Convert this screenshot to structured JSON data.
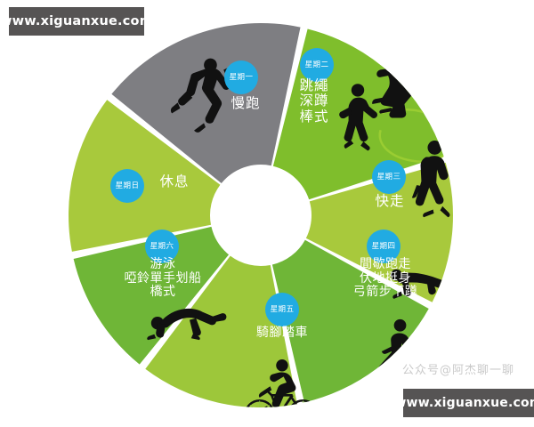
{
  "watermarks": {
    "top_url": "www.xiguanxue.com",
    "bottom_url": "www.xiguanxue.com",
    "faint_credit": "公众号@阿杰聊一聊"
  },
  "colors": {
    "badge_blue": "#21ABE2",
    "green_bright": "#7FBE2C",
    "green_yellow": "#A8C93C",
    "green_mid": "#6FB637",
    "green_light": "#9DC73A",
    "gray_rest": "#7E7E82",
    "label_text": "#FFFFFF",
    "watermark_plate": "#565454",
    "background": "#FFFFFF"
  },
  "chart_data": {
    "type": "pie",
    "title": "",
    "subtitle": "",
    "xlabel": "",
    "ylabel": "",
    "legend_position": "none",
    "grid": false,
    "inner_radius_ratio": 0.265,
    "categories": [
      "星期一",
      "星期二",
      "星期三",
      "星期四",
      "星期五",
      "星期六",
      "星期日"
    ],
    "values": [
      60,
      45,
      50,
      50,
      40,
      50,
      65
    ],
    "segments": [
      {
        "day_badge": "星期一",
        "day_index": 1,
        "activities": [
          "慢跑"
        ],
        "color": "#7FBE2C",
        "start_angle": -77,
        "end_angle": -17,
        "icon": "runner-jogging-icon"
      },
      {
        "day_badge": "星期二",
        "day_index": 2,
        "activities": [
          "跳繩",
          "深蹲",
          "棒式"
        ],
        "color": "#A8C93C",
        "start_angle": -17,
        "end_angle": 28,
        "icon": "jump-rope-squat-icon"
      },
      {
        "day_badge": "星期三",
        "day_index": 3,
        "activities": [
          "快走"
        ],
        "color": "#6FB637",
        "start_angle": 28,
        "end_angle": 78,
        "icon": "brisk-walk-icon"
      },
      {
        "day_badge": "星期四",
        "day_index": 4,
        "activities": [
          "間歇跑走",
          "伏地挺身",
          "弓箭步下蹲"
        ],
        "color": "#9DC73A",
        "start_angle": 78,
        "end_angle": 128,
        "icon": "pushup-lunge-icon"
      },
      {
        "day_badge": "星期五",
        "day_index": 5,
        "activities": [
          "騎腳踏車"
        ],
        "color": "#6FB637",
        "start_angle": 128,
        "end_angle": 168,
        "icon": "cyclist-icon"
      },
      {
        "day_badge": "星期六",
        "day_index": 6,
        "activities": [
          "游泳",
          "啞鈴單手划船",
          "橋式"
        ],
        "color": "#A8C93C",
        "start_angle": 168,
        "end_angle": 218,
        "icon": "bridge-pose-icon"
      },
      {
        "day_badge": "星期日",
        "day_index": 7,
        "activities": [
          "休息"
        ],
        "color": "#7E7E82",
        "start_angle": 218,
        "end_angle": 283,
        "icon": "rest-icon"
      }
    ]
  },
  "labels": {
    "mon": "慢跑",
    "tue_1": "跳繩",
    "tue_2": "深蹲",
    "tue_3": "棒式",
    "wed": "快走",
    "thu_1": "間歇跑走",
    "thu_2": "伏地挺身",
    "thu_3": "弓箭步下蹲",
    "fri": "騎腳踏車",
    "sat_1": "游泳",
    "sat_2": "啞鈴單手划船",
    "sat_3": "橋式",
    "sun": "休息"
  },
  "badges": {
    "mon": "星期一",
    "tue": "星期二",
    "wed": "星期三",
    "thu": "星期四",
    "fri": "星期五",
    "sat": "星期六",
    "sun": "星期日"
  }
}
